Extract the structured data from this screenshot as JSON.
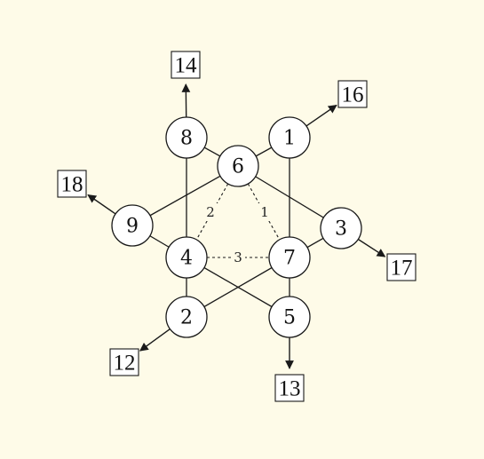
{
  "nodes": [
    {
      "id": "1",
      "label": "1"
    },
    {
      "id": "2",
      "label": "2"
    },
    {
      "id": "3",
      "label": "3"
    },
    {
      "id": "4",
      "label": "4"
    },
    {
      "id": "5",
      "label": "5"
    },
    {
      "id": "6",
      "label": "6"
    },
    {
      "id": "7",
      "label": "7"
    },
    {
      "id": "8",
      "label": "8"
    },
    {
      "id": "9",
      "label": "9"
    }
  ],
  "boxes": [
    {
      "id": "12",
      "label": "12"
    },
    {
      "id": "13",
      "label": "13"
    },
    {
      "id": "14",
      "label": "14"
    },
    {
      "id": "16",
      "label": "16"
    },
    {
      "id": "17",
      "label": "17"
    },
    {
      "id": "18",
      "label": "18"
    }
  ],
  "edges": [
    [
      "8",
      "6"
    ],
    [
      "8",
      "4"
    ],
    [
      "6",
      "1"
    ],
    [
      "6",
      "9"
    ],
    [
      "6",
      "3"
    ],
    [
      "1",
      "7"
    ],
    [
      "9",
      "4"
    ],
    [
      "3",
      "7"
    ],
    [
      "4",
      "5"
    ],
    [
      "4",
      "2"
    ],
    [
      "7",
      "2"
    ],
    [
      "7",
      "5"
    ]
  ],
  "dashed_edges": [
    {
      "from": "6",
      "to": "7",
      "label": "1"
    },
    {
      "from": "6",
      "to": "4",
      "label": "2"
    },
    {
      "from": "4",
      "to": "7",
      "label": "3"
    }
  ],
  "arrows": [
    {
      "from": "8",
      "to": "14"
    },
    {
      "from": "1",
      "to": "16"
    },
    {
      "from": "3",
      "to": "17"
    },
    {
      "from": "9",
      "to": "18"
    },
    {
      "from": "2",
      "to": "12"
    },
    {
      "from": "5",
      "to": "13"
    }
  ]
}
